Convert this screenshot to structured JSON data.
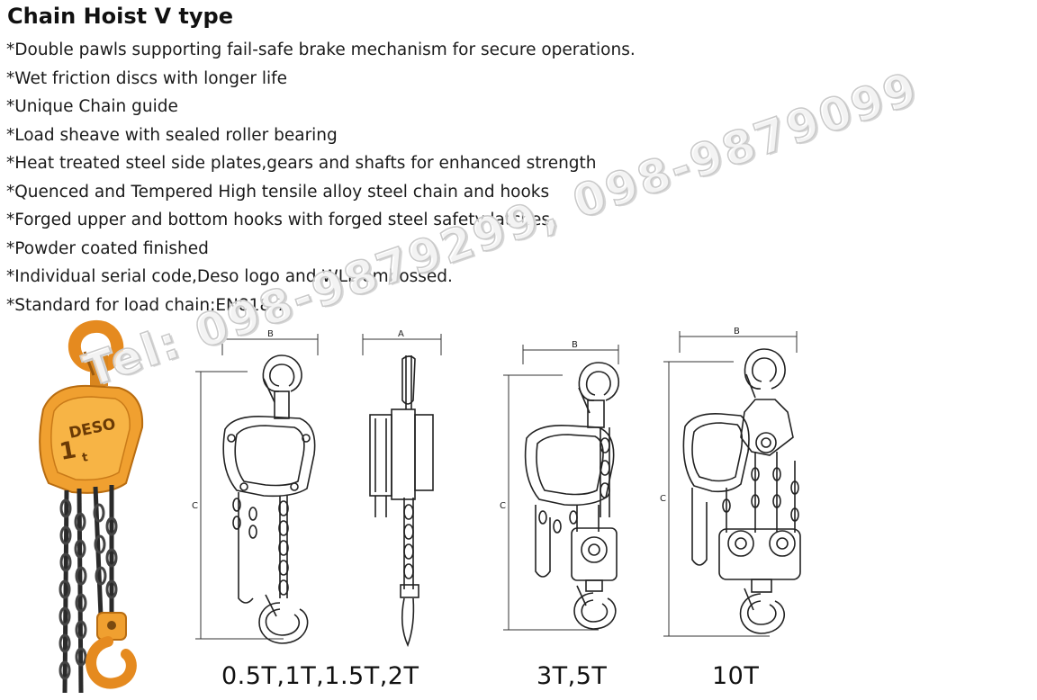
{
  "title": "Chain Hoist V type",
  "features": [
    "*Double pawls supporting fail-safe brake mechanism for secure operations.",
    "*Wet friction discs with longer life",
    "*Unique Chain guide",
    "*Load sheave with sealed roller bearing",
    "*Heat treated steel side plates,gears and shafts for enhanced strength",
    "*Quenced and Tempered High tensile alloy steel chain and hooks",
    "*Forged upper and bottom hooks with forged steel safety latches",
    "*Powder coated finished",
    "*Individual serial code,Deso logo and WLL embossed.",
    "*Standard for load chain:EN818-7"
  ],
  "watermark": "Tel: 098-9879299, 098-9879099",
  "photo": {
    "brand": "DESO",
    "capacity": "1",
    "unit": "t",
    "body_color": "#f0a030"
  },
  "drawings": {
    "dim_labels": {
      "a": "A",
      "b": "B",
      "c": "C"
    },
    "captions": [
      "0.5T,1T,1.5T,2T",
      "3T,5T",
      "10T"
    ]
  }
}
